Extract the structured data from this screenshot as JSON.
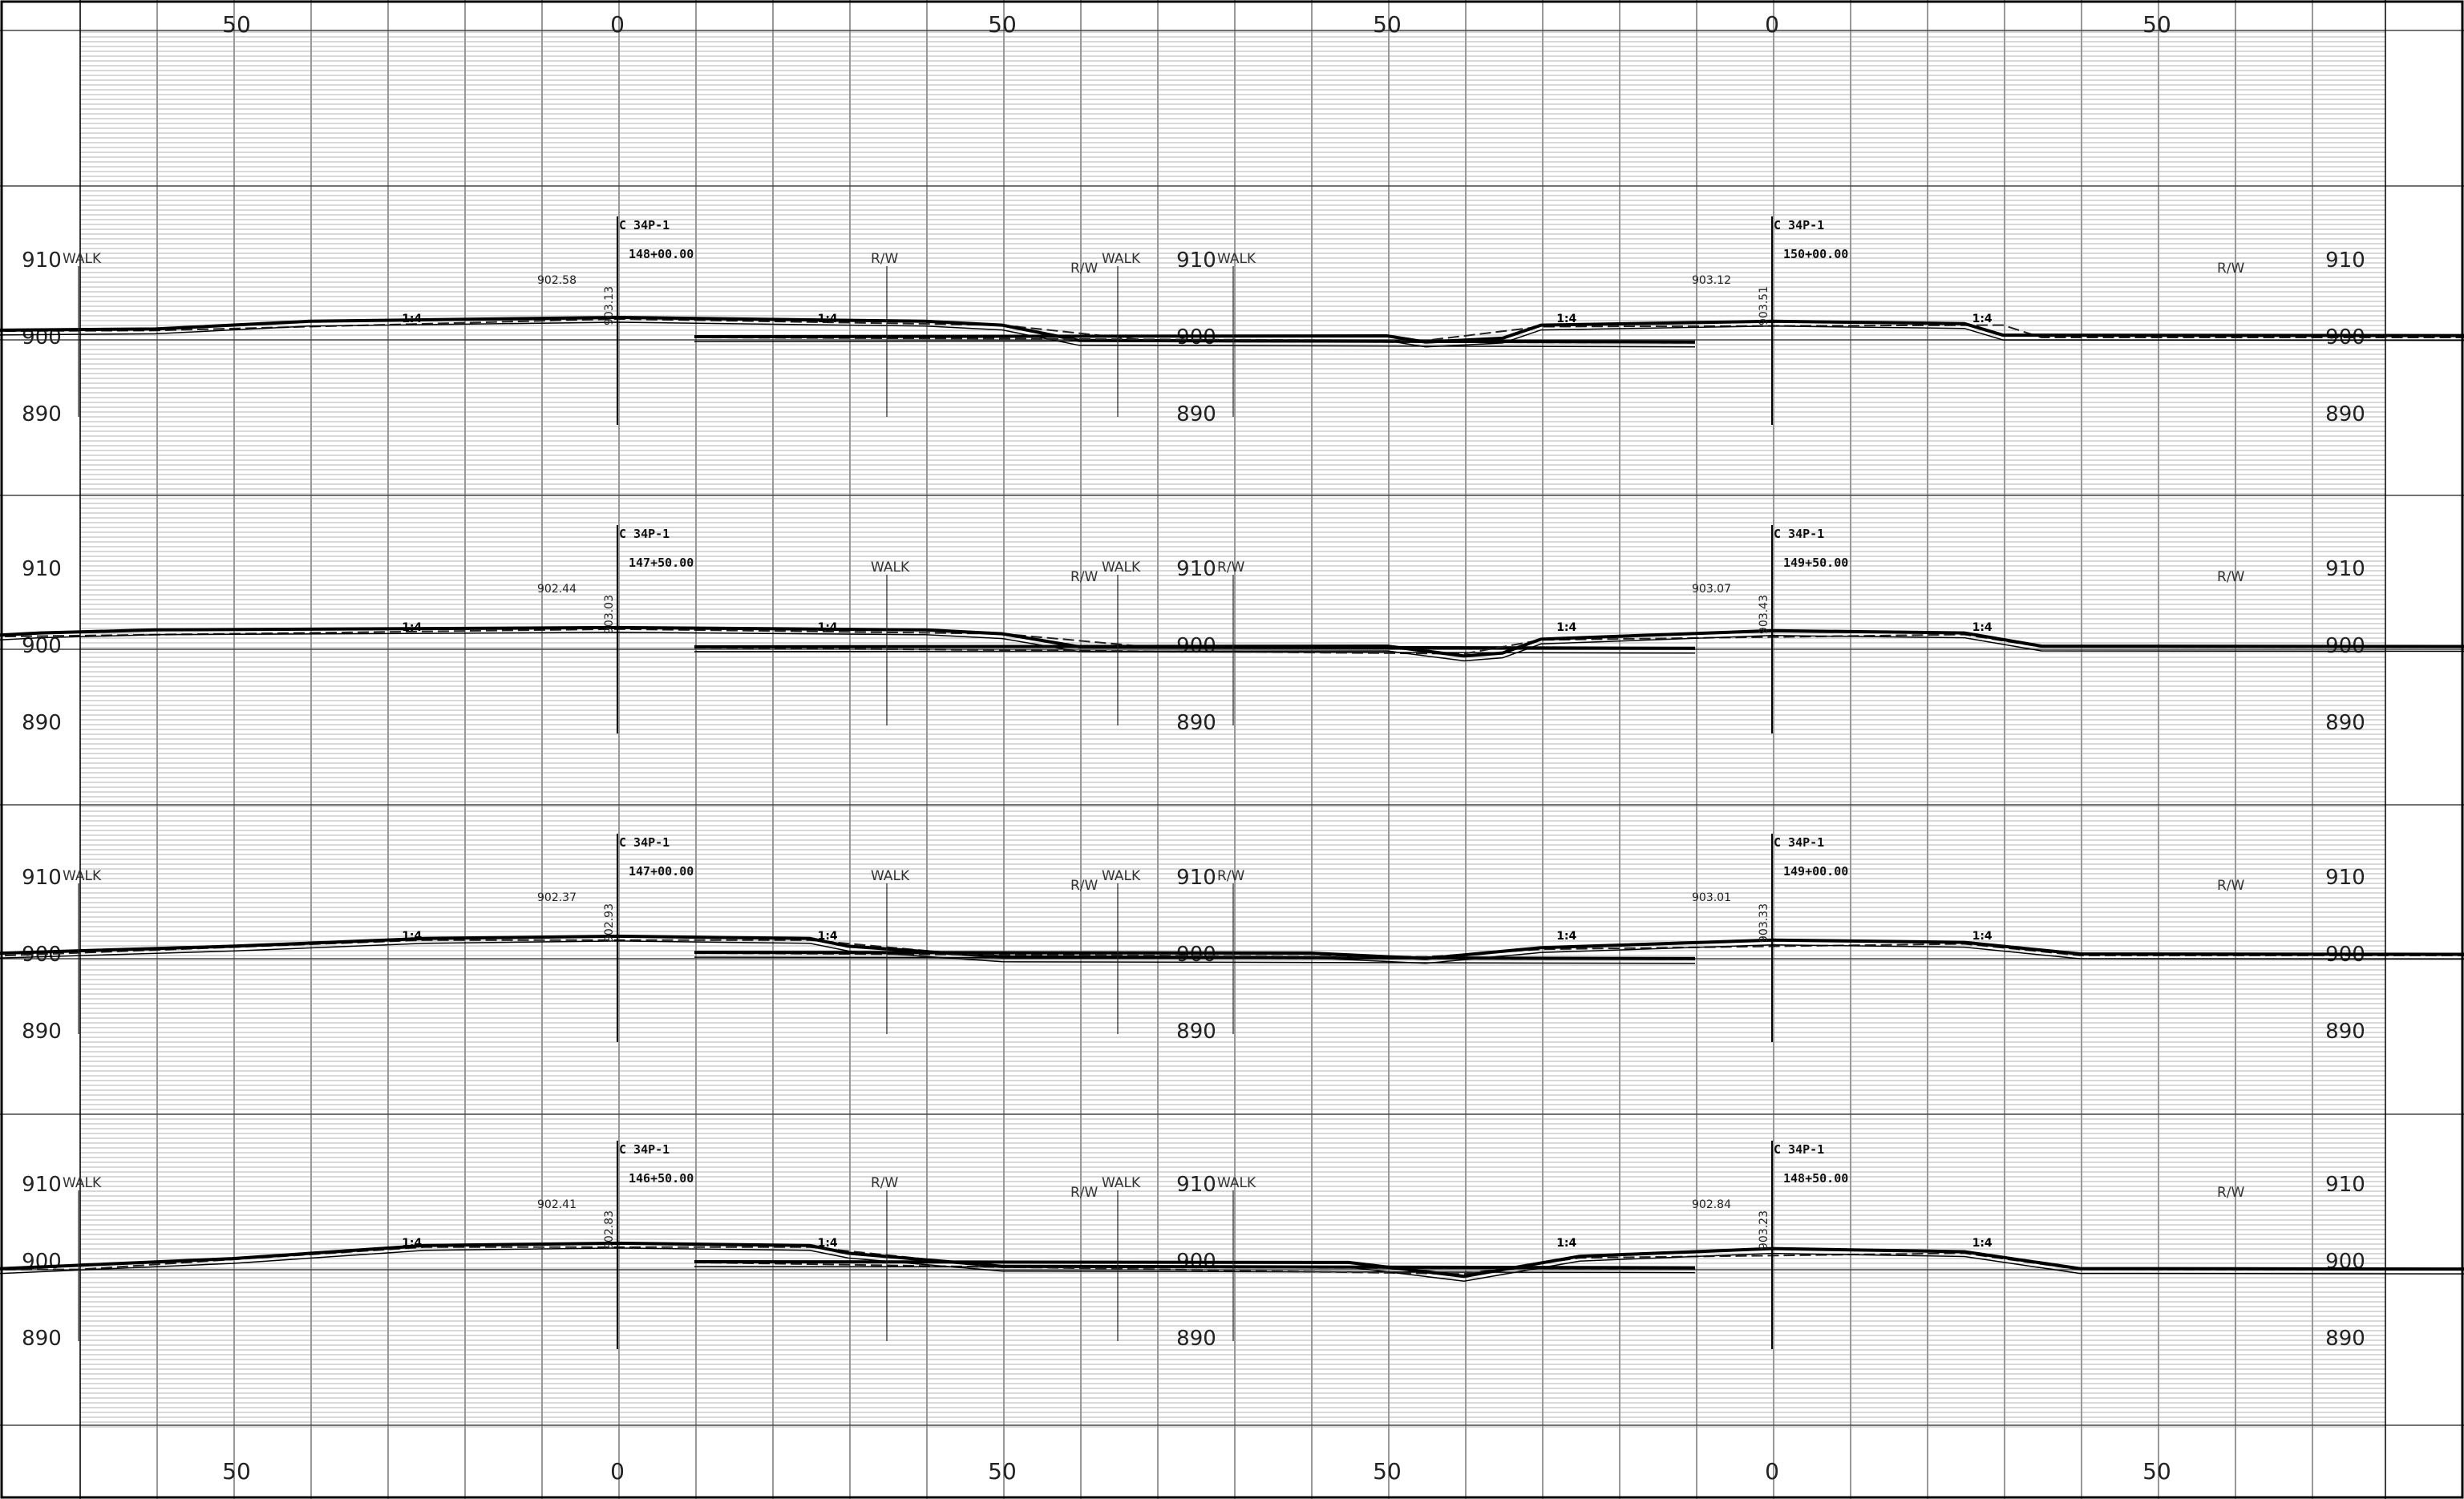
{
  "offset_labels": [
    "50",
    "0",
    "50",
    "50",
    "0",
    "50"
  ],
  "elevation_labels": [
    "910",
    "900",
    "890"
  ],
  "sections": [
    {
      "column": 0,
      "row": 0,
      "station": "148+00.00",
      "centerline": "C 34P-1",
      "cl_elev": "903.13",
      "left_elev": "902.58",
      "labels": [
        "R/W",
        "WALK",
        "WALK"
      ],
      "right_label": "R/W",
      "slopes": [
        "1:4",
        "1:4"
      ],
      "profile": [
        [
          -140,
          900.6
        ],
        [
          -100,
          900.7
        ],
        [
          -60,
          901.0
        ],
        [
          -40,
          902.0
        ],
        [
          0,
          902.5
        ],
        [
          40,
          902.0
        ],
        [
          50,
          901.5
        ],
        [
          60,
          899.5
        ],
        [
          140,
          899.3
        ]
      ],
      "existing": [
        [
          -140,
          900.5
        ],
        [
          -60,
          900.8
        ],
        [
          0,
          902.3
        ],
        [
          50,
          901.5
        ],
        [
          70,
          899.4
        ],
        [
          140,
          899.2
        ]
      ]
    },
    {
      "column": 0,
      "row": 1,
      "station": "147+50.00",
      "centerline": "C 34P-1",
      "cl_elev": "903.03",
      "left_elev": "902.44",
      "labels": [],
      "right_label": "R/W",
      "slopes": [
        "1:4",
        "1:4"
      ],
      "profile": [
        [
          -140,
          900.6
        ],
        [
          -90,
          900.8
        ],
        [
          -75,
          901.6
        ],
        [
          -60,
          902.0
        ],
        [
          0,
          902.3
        ],
        [
          40,
          902.0
        ],
        [
          50,
          901.5
        ],
        [
          60,
          899.8
        ],
        [
          140,
          899.6
        ]
      ],
      "existing": [
        [
          -140,
          900.5
        ],
        [
          -75,
          901.2
        ],
        [
          0,
          902.1
        ],
        [
          50,
          901.5
        ],
        [
          70,
          899.7
        ],
        [
          140,
          899.6
        ]
      ]
    },
    {
      "column": 0,
      "row": 2,
      "station": "147+00.00",
      "centerline": "C 34P-1",
      "cl_elev": "902.93",
      "left_elev": "902.37",
      "labels": [
        "R/W",
        "WALK",
        "WALK"
      ],
      "right_label": "R/W",
      "slopes": [
        "1:4",
        "1:4"
      ],
      "profile": [
        [
          -140,
          899.4
        ],
        [
          -100,
          899.5
        ],
        [
          -50,
          901.0
        ],
        [
          -25,
          902.0
        ],
        [
          0,
          902.3
        ],
        [
          25,
          902.0
        ],
        [
          30,
          901.0
        ],
        [
          50,
          899.6
        ],
        [
          140,
          899.4
        ]
      ],
      "existing": [
        [
          -140,
          899.3
        ],
        [
          -90,
          899.4
        ],
        [
          -25,
          901.8
        ],
        [
          25,
          901.8
        ],
        [
          50,
          899.5
        ],
        [
          140,
          899.3
        ]
      ]
    },
    {
      "column": 0,
      "row": 3,
      "station": "146+50.00",
      "centerline": "C 34P-1",
      "cl_elev": "902.83",
      "left_elev": "902.41",
      "labels": [
        "R/W",
        "WALK",
        "WALK"
      ],
      "right_label": "R/W",
      "slopes": [
        "1:4",
        "1:4"
      ],
      "profile": [
        [
          -140,
          898.9
        ],
        [
          -80,
          899.0
        ],
        [
          -50,
          900.3
        ],
        [
          -25,
          902.0
        ],
        [
          0,
          902.3
        ],
        [
          25,
          902.0
        ],
        [
          30,
          901.0
        ],
        [
          50,
          899.3
        ],
        [
          140,
          899.1
        ]
      ],
      "existing": [
        [
          -140,
          898.8
        ],
        [
          -70,
          898.9
        ],
        [
          -25,
          901.8
        ],
        [
          25,
          901.8
        ],
        [
          50,
          899.2
        ],
        [
          140,
          899.0
        ]
      ]
    },
    {
      "column": 1,
      "row": 0,
      "station": "150+00.00",
      "centerline": "C 34P-1",
      "cl_elev": "903.51",
      "left_elev": "903.12",
      "labels": [
        "R/W",
        "WALK",
        "WALK"
      ],
      "right_label": "R/W",
      "slopes": [
        "1:4",
        "1:4"
      ],
      "profile": [
        [
          -140,
          900.0
        ],
        [
          -50,
          900.1
        ],
        [
          -45,
          899.3
        ],
        [
          -35,
          899.8
        ],
        [
          -30,
          901.5
        ],
        [
          0,
          902.0
        ],
        [
          25,
          901.7
        ],
        [
          30,
          900.2
        ],
        [
          140,
          900.1
        ]
      ],
      "existing": [
        [
          -140,
          899.9
        ],
        [
          -45,
          899.5
        ],
        [
          -30,
          901.3
        ],
        [
          30,
          901.5
        ],
        [
          35,
          899.9
        ],
        [
          140,
          899.9
        ]
      ]
    },
    {
      "column": 1,
      "row": 1,
      "station": "149+50.00",
      "centerline": "C 34P-1",
      "cl_elev": "903.43",
      "left_elev": "903.07",
      "labels": [
        "WALK",
        "WALK",
        "R/W"
      ],
      "right_label": "R/W",
      "slopes": [
        "1:4",
        "1:4"
      ],
      "profile": [
        [
          -140,
          899.8
        ],
        [
          -50,
          899.9
        ],
        [
          -40,
          898.6
        ],
        [
          -35,
          899.0
        ],
        [
          -30,
          900.8
        ],
        [
          0,
          901.9
        ],
        [
          25,
          901.6
        ],
        [
          35,
          899.9
        ],
        [
          140,
          899.8
        ]
      ],
      "existing": [
        [
          -140,
          899.7
        ],
        [
          -40,
          898.9
        ],
        [
          -30,
          900.7
        ],
        [
          25,
          901.4
        ],
        [
          35,
          899.8
        ],
        [
          140,
          899.7
        ]
      ]
    },
    {
      "column": 1,
      "row": 2,
      "station": "149+00.00",
      "centerline": "C 34P-1",
      "cl_elev": "903.33",
      "left_elev": "903.01",
      "labels": [
        "WALK",
        "WALK",
        "R/W"
      ],
      "right_label": "R/W",
      "slopes": [
        "1:4",
        "1:4"
      ],
      "profile": [
        [
          -140,
          900.2
        ],
        [
          -60,
          900.1
        ],
        [
          -45,
          899.4
        ],
        [
          -30,
          900.8
        ],
        [
          0,
          901.8
        ],
        [
          25,
          901.5
        ],
        [
          40,
          900.0
        ],
        [
          140,
          899.9
        ]
      ],
      "existing": [
        [
          -140,
          900.1
        ],
        [
          -45,
          899.6
        ],
        [
          -30,
          900.6
        ],
        [
          25,
          901.3
        ],
        [
          40,
          899.8
        ],
        [
          140,
          899.8
        ]
      ]
    },
    {
      "column": 1,
      "row": 3,
      "station": "148+50.00",
      "centerline": "C 34P-1",
      "cl_elev": "903.23",
      "left_elev": "902.84",
      "labels": [
        "R/W",
        "WALK",
        "WALK"
      ],
      "right_label": "R/W",
      "slopes": [
        "1:4",
        "1:4"
      ],
      "profile": [
        [
          -140,
          899.9
        ],
        [
          -55,
          899.8
        ],
        [
          -40,
          898.0
        ],
        [
          -25,
          900.6
        ],
        [
          0,
          901.6
        ],
        [
          25,
          901.2
        ],
        [
          40,
          899.0
        ],
        [
          140,
          898.9
        ]
      ],
      "existing": [
        [
          -140,
          899.8
        ],
        [
          -40,
          898.3
        ],
        [
          -25,
          900.4
        ],
        [
          25,
          901.0
        ],
        [
          40,
          898.9
        ],
        [
          140,
          898.8
        ]
      ]
    }
  ]
}
